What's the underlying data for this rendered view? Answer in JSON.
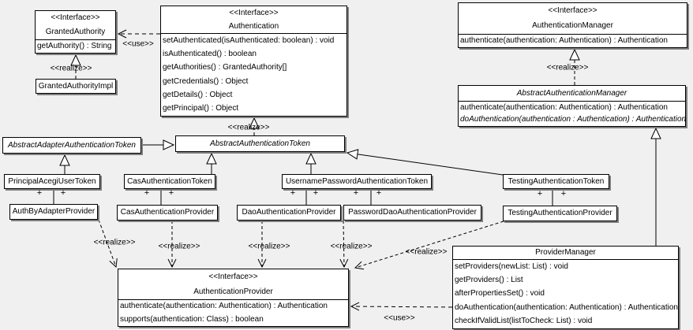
{
  "colors": {
    "background": "#f0f0f0",
    "box_fill": "#ffffff",
    "line": "#000000",
    "shadow": "#7f7f7f"
  },
  "labels": {
    "realize": "<<realize>>",
    "use": "<<use>>",
    "plus": "+"
  },
  "classes": {
    "granted_authority": {
      "stereotype": "<<Interface>>",
      "name": "GrantedAuthority",
      "methods": [
        "getAuthority() : String"
      ]
    },
    "granted_authority_impl": {
      "name": "GrantedAuthorityImpl"
    },
    "authentication": {
      "stereotype": "<<Interface>>",
      "name": "Authentication",
      "methods": [
        "setAuthenticated(isAuthenticated: boolean) : void",
        "isAuthenticated() : boolean",
        "getAuthorities() : GrantedAuthority[]",
        "getCredentials() : Object",
        "getDetails() : Object",
        "getPrincipal() : Object"
      ]
    },
    "authentication_manager": {
      "stereotype": "<<Interface>>",
      "name": "AuthenticationManager",
      "methods": [
        "authenticate(authentication: Authentication) : Authentication"
      ]
    },
    "abstract_authentication_manager": {
      "name": "AbstractAuthenticationManager",
      "methods": [
        "authenticate(authentication: Authentication) : Authentication",
        "doAuthentication(authentication : Authentication) : Authentication"
      ]
    },
    "abstract_adapter_authentication_token": {
      "name": "AbstractAdapterAuthenticationToken"
    },
    "abstract_authentication_token": {
      "name": "AbstractAuthenticationToken"
    },
    "principal_acegi_user_token": {
      "name": "PrincipalAcegiUserToken"
    },
    "cas_authentication_token": {
      "name": "CasAuthenticationToken"
    },
    "username_password_authentication_token": {
      "name": "UsernamePasswordAuthenticationToken"
    },
    "testing_authentication_token": {
      "name": "TestingAuthenticationToken"
    },
    "auth_by_adapter_provider": {
      "name": "AuthByAdapterProvider"
    },
    "cas_authentication_provider": {
      "name": "CasAuthenticationProvider"
    },
    "dao_authentication_provider": {
      "name": "DaoAuthenticationProvider"
    },
    "password_dao_authentication_provider": {
      "name": "PasswordDaoAuthenticationProvider"
    },
    "testing_authentication_provider": {
      "name": "TestingAuthenticationProvider"
    },
    "authentication_provider": {
      "stereotype": "<<Interface>>",
      "name": "AuthenticationProvider",
      "methods": [
        "authenticate(authentication: Authentication) : Authentication",
        "supports(authentication: Class) : boolean"
      ]
    },
    "provider_manager": {
      "name": "ProviderManager",
      "methods": [
        "setProviders(newList: List) : void",
        "getProviders() : List",
        "afterPropertiesSet() : void",
        "doAuthentication(authentication: Authentication) : Authentication",
        "checkIfValidList(listToCheck: List) : void"
      ]
    }
  }
}
